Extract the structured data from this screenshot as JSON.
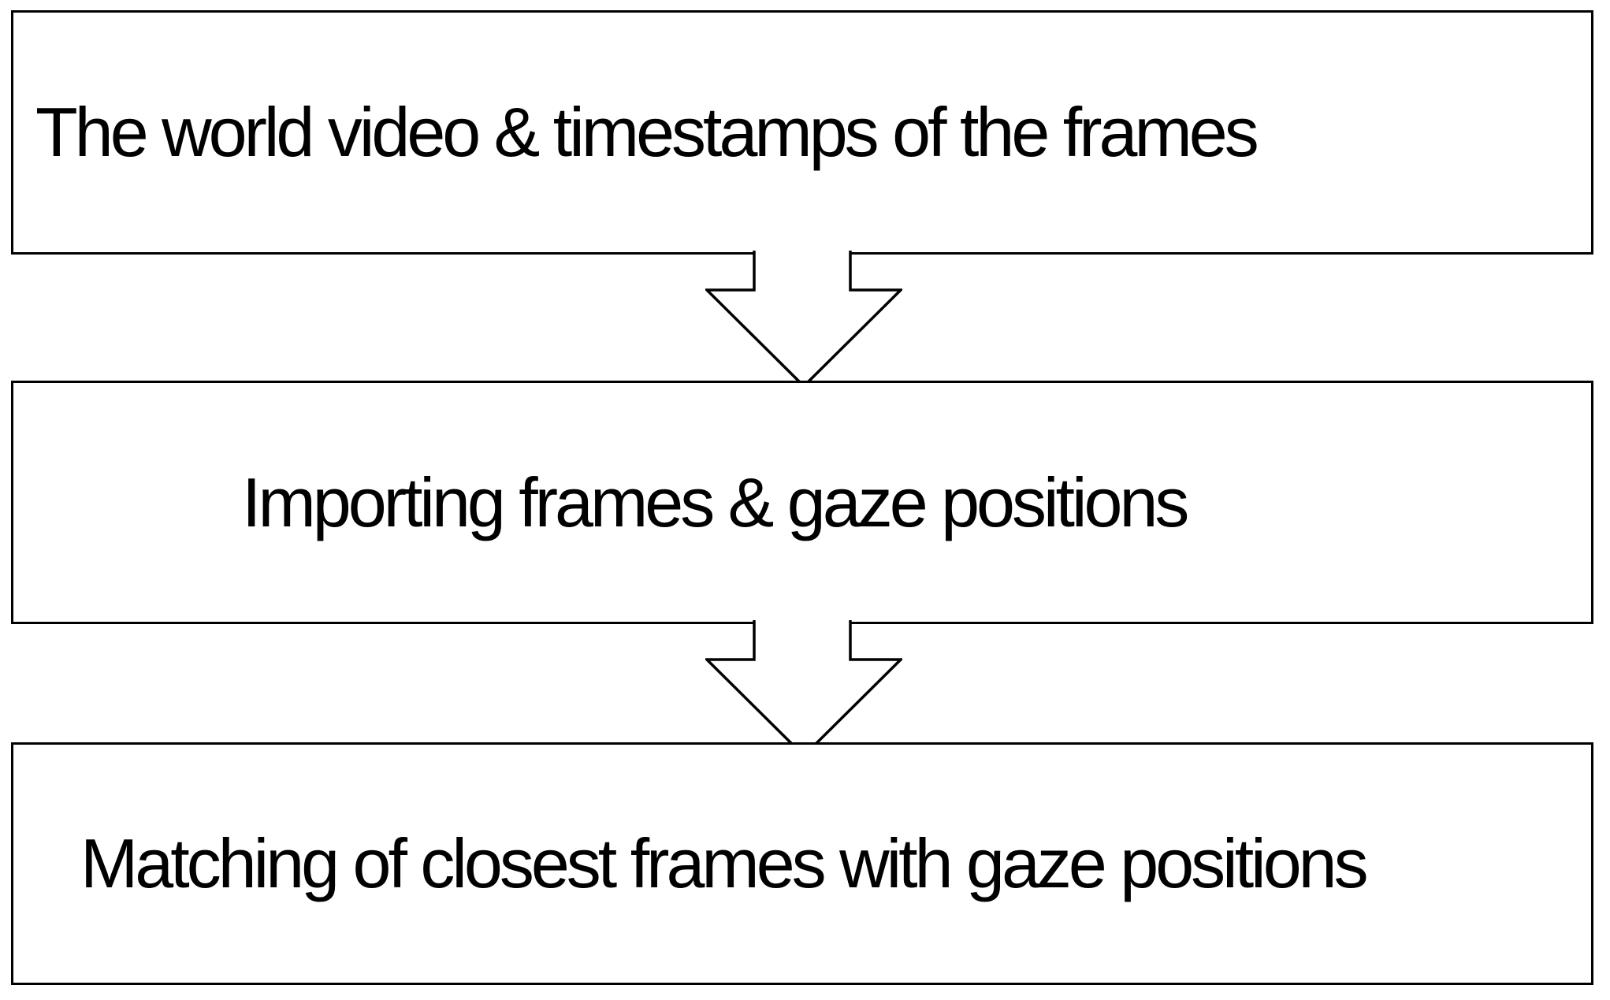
{
  "diagram": {
    "type": "flowchart",
    "direction": "top-down",
    "line_color": "#000000",
    "fill_color": "#ffffff",
    "steps": [
      {
        "id": 1,
        "label": "The world video & timestamps of the frames"
      },
      {
        "id": 2,
        "label": "Importing frames & gaze positions"
      },
      {
        "id": 3,
        "label": "Matching of closest frames with gaze positions"
      }
    ],
    "connectors": [
      {
        "from": 1,
        "to": 2,
        "shape": "hollow-block-arrow-down"
      },
      {
        "from": 2,
        "to": 3,
        "shape": "hollow-block-arrow-down"
      }
    ]
  }
}
